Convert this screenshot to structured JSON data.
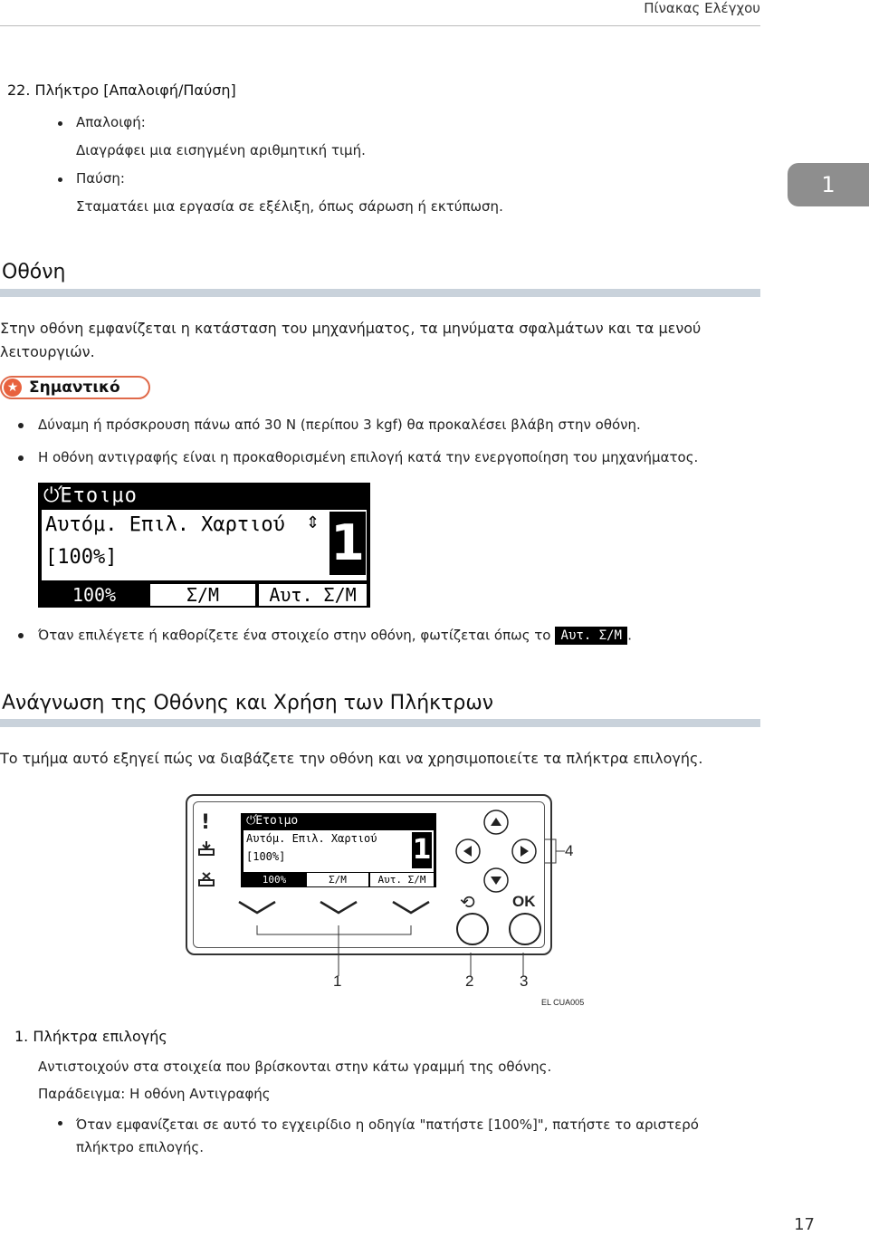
{
  "header": {
    "title": "Πίνακας Ελέγχου"
  },
  "chapter_tab": "1",
  "item22": {
    "title": "22. Πλήκτρο [Απαλοιφή/Παύση]",
    "bullets": [
      {
        "term": "Απαλοιφή:",
        "desc": "Διαγράφει μια εισηγμένη αριθμητική τιμή."
      },
      {
        "term": "Παύση:",
        "desc": "Σταματάει μια εργασία σε εξέλιξη, όπως σάρωση ή εκτύπωση."
      }
    ]
  },
  "section_display": {
    "heading": "Οθόνη",
    "intro": "Στην οθόνη εμφανίζεται η κατάσταση του μηχανήματος, τα μηνύματα σφαλμάτων και τα μενού λειτουργιών.",
    "important_label": "Σημαντικό",
    "important_bullets": [
      "Δύναμη ή πρόσκρουση πάνω από 30 N (περίπου 3 kgf) θα προκαλέσει βλάβη στην οθόνη.",
      "Η οθόνη αντιγραφής είναι η προκαθορισμένη επιλογή κατά την ενεργοποίηση του μηχανήματος."
    ],
    "lcd": {
      "line1": "Έτοιμο",
      "line2": "Αυτόμ. Επιλ. Χαρτιού",
      "line3": "[100%]",
      "copies": "1",
      "keys": [
        "100%",
        "Σ/Μ",
        "Αυτ. Σ/Μ"
      ]
    },
    "select_note_prefix": "Όταν επιλέγετε ή καθορίζετε ένα στοιχείο στην οθόνη, φωτίζεται όπως το",
    "select_note_key": "Αυτ. Σ/Μ",
    "select_note_suffix": "."
  },
  "section_reading": {
    "heading": "Ανάγνωση της Οθόνης και Χρήση των Πλήκτρων",
    "intro": "Το τμήμα αυτό εξηγεί πώς να διαβάζετε την οθόνη και να χρησιμοποιείτε τα πλήκτρα επιλογής.",
    "diagram": {
      "callouts": [
        "1",
        "2",
        "3",
        "4"
      ],
      "ok_label": "OK",
      "code": "EL CUA005"
    },
    "item1": {
      "title": "1. Πλήκτρα επιλογής",
      "desc": "Αντιστοιχούν στα στοιχεία που βρίσκονται στην κάτω γραμμή της οθόνης.",
      "example": "Παράδειγμα: Η οθόνη Αντιγραφής",
      "bullet": "Όταν εμφανίζεται σε αυτό το εγχειρίδιο η οδηγία \"πατήστε [100%]\", πατήστε το αριστερό πλήκτρο επιλογής."
    }
  },
  "page_number": "17"
}
